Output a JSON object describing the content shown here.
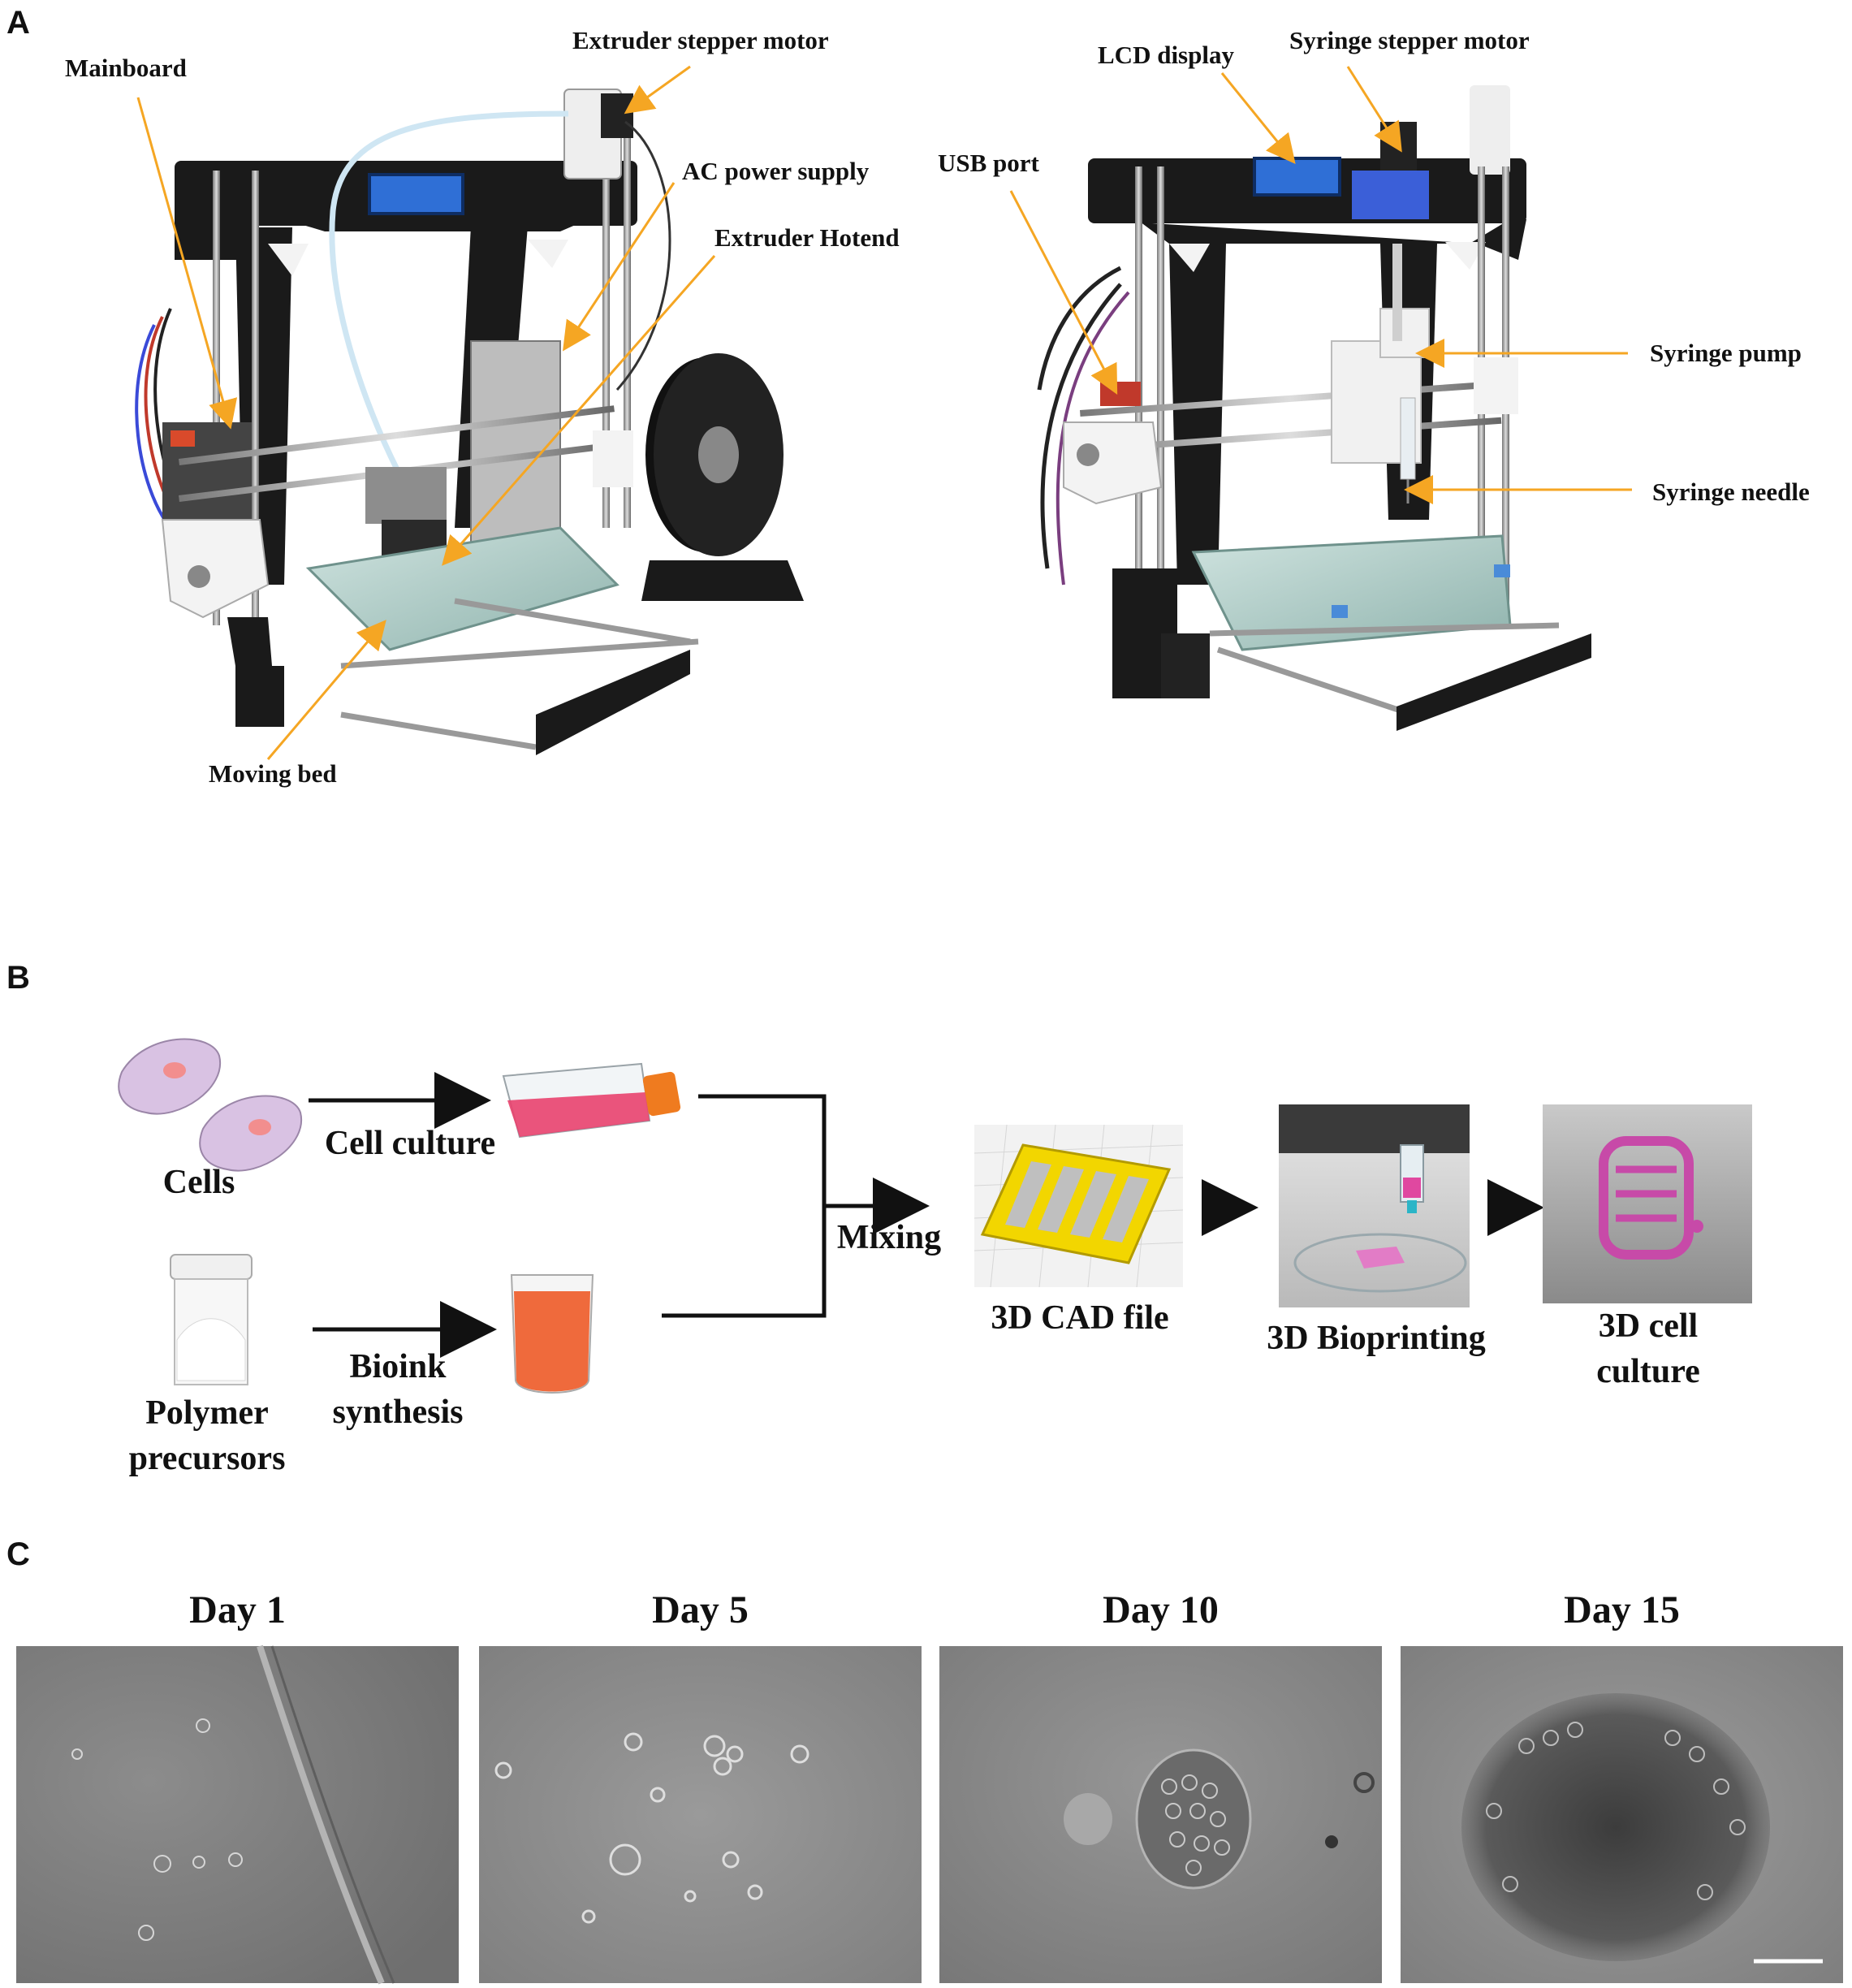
{
  "panels": {
    "a": "A",
    "b": "B",
    "c": "C"
  },
  "panel_a": {
    "left_printer": {
      "labels": {
        "mainboard": "Mainboard",
        "extruder_stepper_motor": "Extruder stepper motor",
        "ac_power_supply": "AC power supply",
        "extruder_hotend": "Extruder Hotend",
        "moving_bed": "Moving bed"
      }
    },
    "right_printer": {
      "labels": {
        "lcd_display": "LCD display",
        "syringe_stepper_motor": "Syringe stepper motor",
        "usb_port": "USB port",
        "syringe_pump": "Syringe pump",
        "syringe_needle": "Syringe needle"
      }
    },
    "colors": {
      "callout_arrow": "#f5a623",
      "frame": "#1a1a1a",
      "lcd": "#2f6fd6",
      "hotend": "#d42a2a"
    }
  },
  "panel_b": {
    "cells": "Cells",
    "cell_culture": "Cell culture",
    "polymer_precursors": "Polymer\nprecursors",
    "bioink_synthesis": "Bioink\nsynthesis",
    "mixing": "Mixing",
    "cad_file": "3D CAD file",
    "bioprinting": "3D Bioprinting",
    "cell_culture_3d": "3D cell\nculture",
    "colors": {
      "cell_body": "#d9c2e3",
      "nucleus": "#f28e8e",
      "media": "#e9436e",
      "bioink": "#ef6a3c",
      "cad_yellow": "#f2d600",
      "print_pink": "#c74aa8"
    }
  },
  "panel_c": {
    "days": [
      "Day 1",
      "Day 5",
      "Day 10",
      "Day 15"
    ]
  }
}
